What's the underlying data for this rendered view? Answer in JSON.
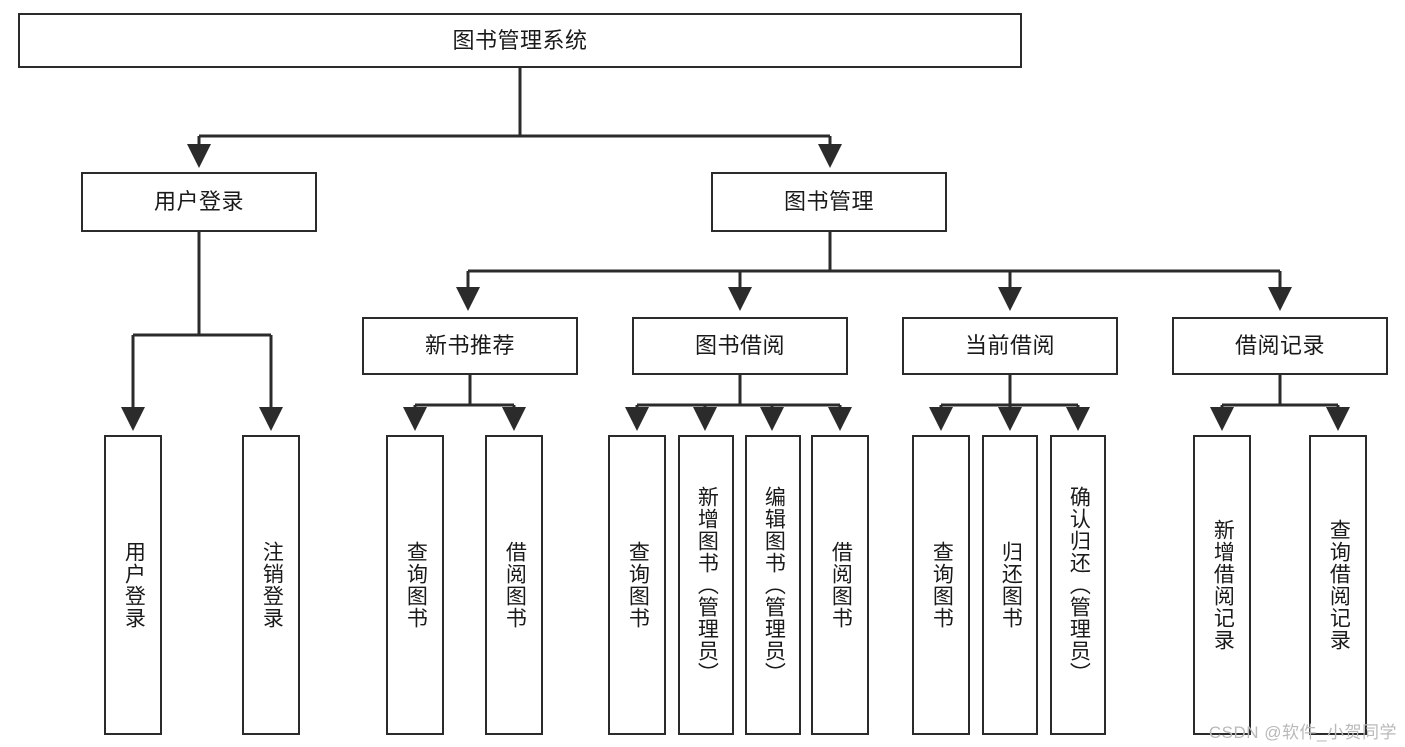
{
  "diagram": {
    "type": "tree-hierarchy",
    "title": "图书管理系统",
    "orientation": "top-down",
    "colors": {
      "stroke": "#2b2b2b",
      "fill": "#ffffff",
      "text": "#1a1a1a",
      "background": "#ffffff",
      "watermark": "#b9b9b9"
    },
    "levels": [
      {
        "level": 1,
        "nodes": [
          {
            "id": "root",
            "label": "图书管理系统",
            "text_direction": "horizontal"
          }
        ]
      },
      {
        "level": 2,
        "nodes": [
          {
            "id": "login",
            "label": "用户登录",
            "text_direction": "horizontal",
            "parent": "root"
          },
          {
            "id": "bookmgmt",
            "label": "图书管理",
            "text_direction": "horizontal",
            "parent": "root"
          }
        ]
      },
      {
        "level": 3,
        "nodes": [
          {
            "id": "newbook",
            "label": "新书推荐",
            "text_direction": "horizontal",
            "parent": "bookmgmt"
          },
          {
            "id": "borrow",
            "label": "图书借阅",
            "text_direction": "horizontal",
            "parent": "bookmgmt"
          },
          {
            "id": "current",
            "label": "当前借阅",
            "text_direction": "horizontal",
            "parent": "bookmgmt"
          },
          {
            "id": "records",
            "label": "借阅记录",
            "text_direction": "horizontal",
            "parent": "bookmgmt"
          }
        ]
      },
      {
        "level": 4,
        "nodes": [
          {
            "id": "leaf1",
            "label": "用户登录",
            "text_direction": "vertical",
            "parent": "login"
          },
          {
            "id": "leaf2",
            "label": "注销登录",
            "text_direction": "vertical",
            "parent": "login"
          },
          {
            "id": "leaf3",
            "label": "查询图书",
            "text_direction": "vertical",
            "parent": "newbook"
          },
          {
            "id": "leaf4",
            "label": "借阅图书",
            "text_direction": "vertical",
            "parent": "newbook"
          },
          {
            "id": "leaf5",
            "label": "查询图书",
            "text_direction": "vertical",
            "parent": "borrow"
          },
          {
            "id": "leaf6",
            "label": "新增图书（管理员）",
            "text_direction": "vertical",
            "parent": "borrow"
          },
          {
            "id": "leaf7",
            "label": "编辑图书（管理员）",
            "text_direction": "vertical",
            "parent": "borrow"
          },
          {
            "id": "leaf8",
            "label": "借阅图书",
            "text_direction": "vertical",
            "parent": "borrow"
          },
          {
            "id": "leaf9",
            "label": "查询图书",
            "text_direction": "vertical",
            "parent": "current"
          },
          {
            "id": "leaf10",
            "label": "归还图书",
            "text_direction": "vertical",
            "parent": "current"
          },
          {
            "id": "leaf11",
            "label": "确认归还（管理员）",
            "text_direction": "vertical",
            "parent": "current"
          },
          {
            "id": "leaf12",
            "label": "新增借阅记录",
            "text_direction": "vertical",
            "parent": "records"
          },
          {
            "id": "leaf13",
            "label": "查询借阅记录",
            "text_direction": "vertical",
            "parent": "records"
          }
        ]
      }
    ]
  },
  "watermark": {
    "text": "CSDN @软件_小贺同学"
  }
}
